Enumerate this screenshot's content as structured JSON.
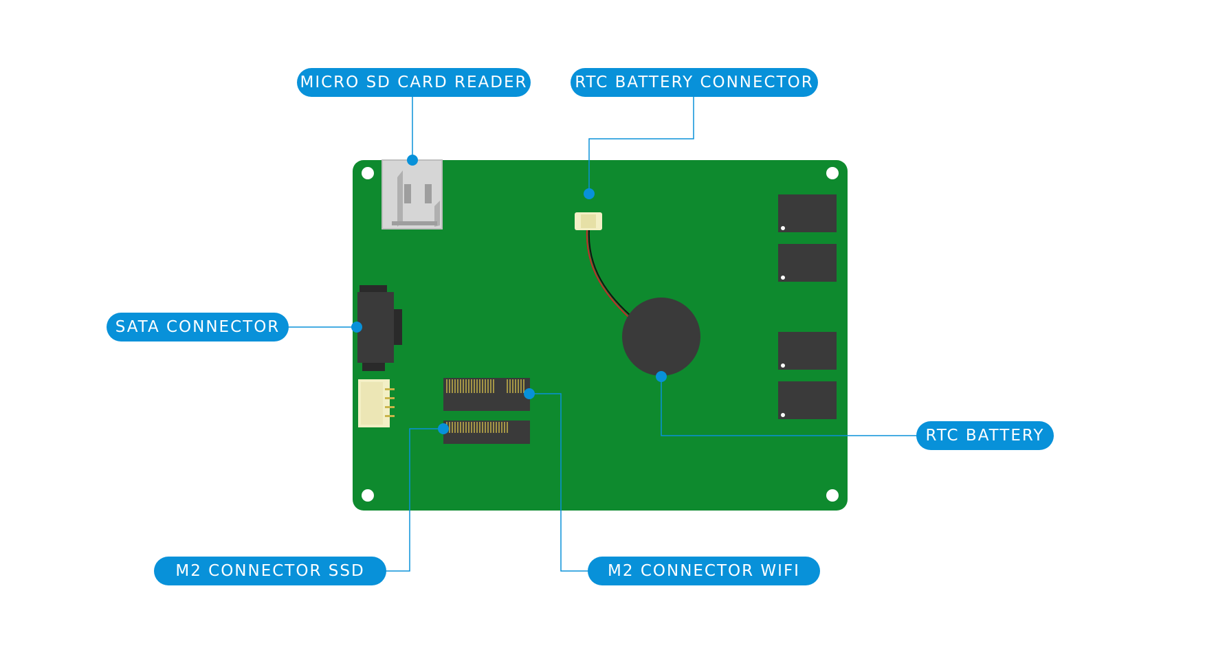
{
  "colors": {
    "accent": "#0891D9",
    "board": "#0E8A2E",
    "component_dark": "#3A3A3A",
    "background": "#FFFFFF"
  },
  "labels": {
    "micro_sd": "MICRO SD CARD READER",
    "rtc_connector": "RTC BATTERY CONNECTOR",
    "sata": "SATA CONNECTOR",
    "rtc_battery": "RTC BATTERY",
    "m2_ssd": "M2 CONNECTOR SSD",
    "m2_wifi": "M2 CONNECTOR WIFI"
  }
}
